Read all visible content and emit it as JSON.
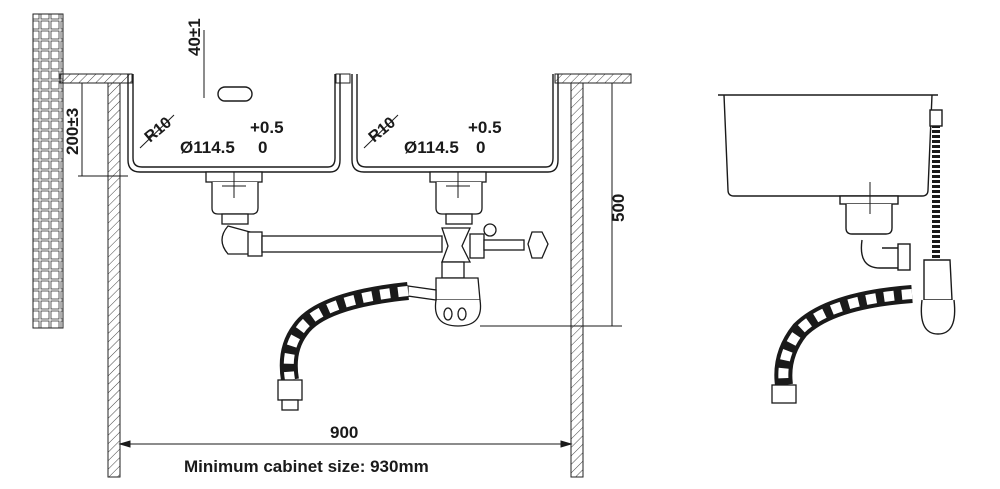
{
  "labels": {
    "tap_hole_offset": "40±1",
    "tap_height": "200±3",
    "bowl_depth": "500",
    "cabinet_width": "900",
    "left_radius": "R10",
    "left_drain_diameter": "Ø114.5",
    "left_tol_plus": "+0.5",
    "left_tol_zero": "0",
    "right_radius": "R10",
    "right_drain_diameter": "Ø114.5",
    "right_tol_plus": "+0.5",
    "right_tol_zero": "0"
  },
  "caption": "Minimum cabinet size: 930mm",
  "colors": {
    "line": "#1a1a1a",
    "hatch": "#444444",
    "background": "#ffffff"
  }
}
